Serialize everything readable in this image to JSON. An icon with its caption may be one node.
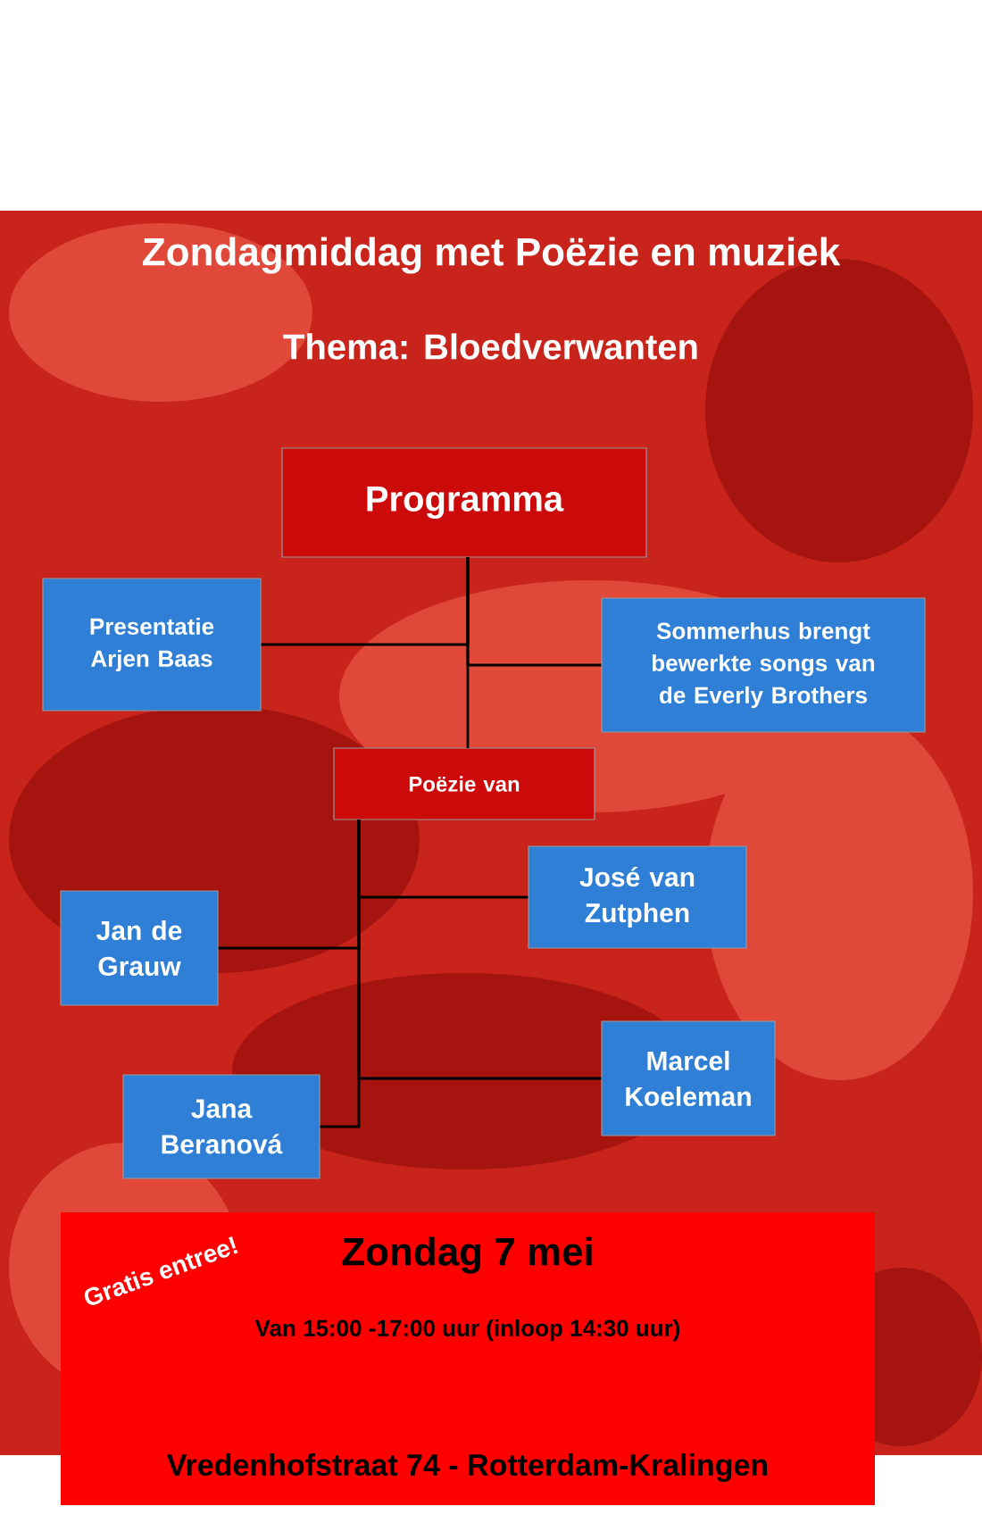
{
  "diagram": {
    "title": "Zondagmiddag met Poëzie en muziek",
    "nodes": [
      {
        "text": [
          "Programma"
        ]
      },
      {
        "text": [
          "Presentatie Arjen Baas"
        ]
      },
      {
        "text": [
          "Sommerhus brengt bewerkte songs van de Everly Brothers"
        ]
      },
      {
        "text": [
          "Poëzie van"
        ]
      },
      {
        "text": [
          "José van Zutphen"
        ]
      },
      {
        "text": [
          "Jan de Grauw"
        ]
      },
      {
        "text": [
          "Marcel Koeleman"
        ]
      },
      {
        "text": [
          "Jana Beranová"
        ]
      },
      {
        "text": [
          "Zondag 7 mei",
          "Van 15:00 -17:00 uur (inloop 14:30 uur)",
          "Vredenhofstraat 74 - Rotterdam-Kralingen"
        ]
      }
    ],
    "edges": [
      {
        "from": 0,
        "to": 1,
        "arrow": "none"
      },
      {
        "from": 0,
        "to": 2,
        "arrow": "none"
      },
      {
        "from": 0,
        "to": 3,
        "arrow": "none"
      },
      {
        "from": 3,
        "to": 4,
        "arrow": "none"
      },
      {
        "from": 3,
        "to": 5,
        "arrow": "none"
      },
      {
        "from": 3,
        "to": 6,
        "arrow": "none"
      },
      {
        "from": 3,
        "to": 7,
        "arrow": "none"
      }
    ],
    "labels": [
      "Thema: Bloedverwanten",
      "Gratis entree!"
    ]
  }
}
